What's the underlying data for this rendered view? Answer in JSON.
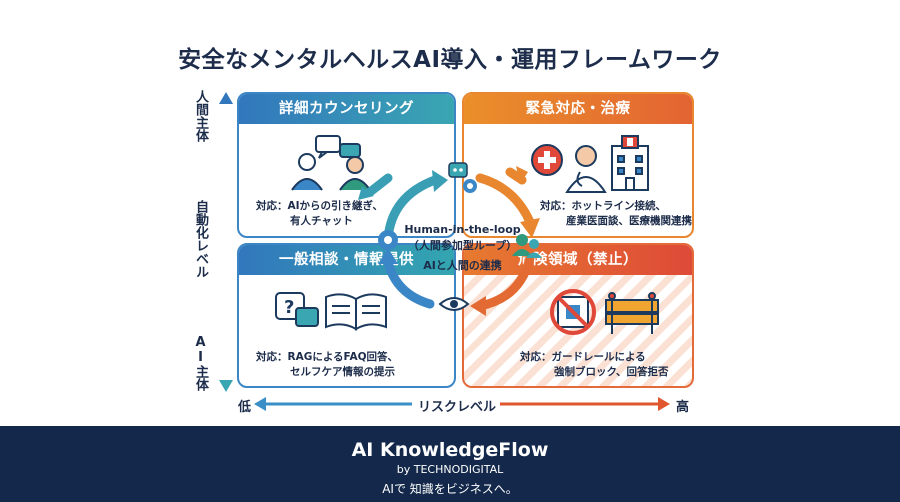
{
  "title": "安全なメンタルヘルスAI導入・運用フレームワーク",
  "vertical_axis": {
    "top": "人間主体",
    "middle": "自動化レベル",
    "bottom": "AI主体"
  },
  "horizontal_axis": {
    "low": "低",
    "label": "リスクレベル",
    "high": "高"
  },
  "quadrants": {
    "top_left": {
      "title": "詳細カウンセリング",
      "desc_line1": "対応：AIからの引き継ぎ、",
      "desc_line2": "有人チャット"
    },
    "top_right": {
      "title": "緊急対応・治療",
      "desc_line1": "対応：ホットライン接続、",
      "desc_line2": "産業医面談、医療機関連携"
    },
    "bottom_left": {
      "title": "一般相談・情報提供",
      "desc_line1": "対応：RAGによるFAQ回答、",
      "desc_line2": "セルフケア情報の提示"
    },
    "bottom_right": {
      "title": "危険領域（禁止）",
      "desc_line1": "対応：ガードレールによる",
      "desc_line2": "強制ブロック、回答拒否"
    }
  },
  "center": {
    "line1": "Human-in-the-loop",
    "line2": "（人間参加型ループ）",
    "line3": "AIと人間の連携"
  },
  "footer": {
    "brand": "AI KnowledgeFlow",
    "byline": "by TECHNODIGITAL",
    "tagline": "AIで 知識をビジネスへ。"
  },
  "colors": {
    "blue": "#3277bd",
    "teal": "#3aa6b2",
    "orange": "#ea8f2a",
    "red": "#de4a38",
    "navy": "#13284a"
  }
}
